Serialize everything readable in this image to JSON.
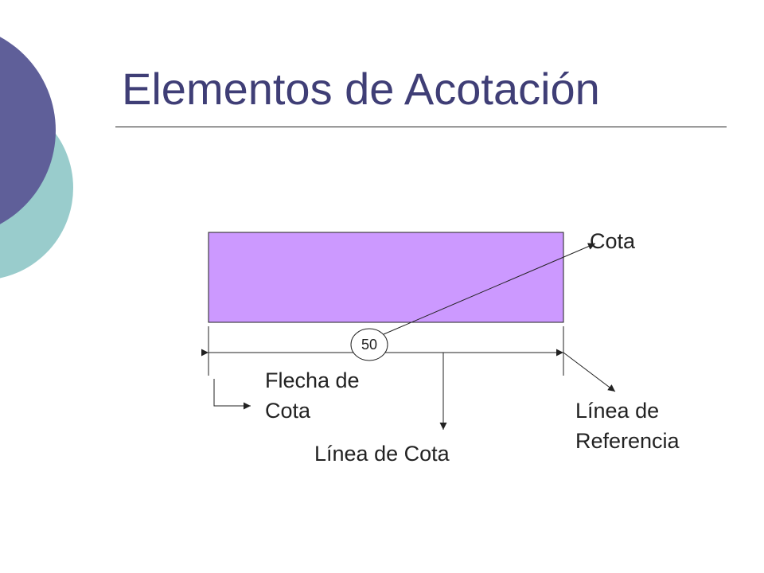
{
  "slide": {
    "title": "Elementos de Acotación"
  },
  "diagram": {
    "dimension_value": "50",
    "labels": {
      "cota": "Cota",
      "flecha_de_cota_line1": "Flecha de",
      "flecha_de_cota_line2": "Cota",
      "linea_de_cota": "Línea de Cota",
      "linea_de_referencia_line1": "Línea de",
      "linea_de_referencia_line2": "Referencia"
    }
  },
  "colors": {
    "title": "#3f3e76",
    "shape_fill": "#cc99ff",
    "deco_purple": "#5f5f99",
    "deco_teal": "#99cccc",
    "lines": "#222222"
  }
}
